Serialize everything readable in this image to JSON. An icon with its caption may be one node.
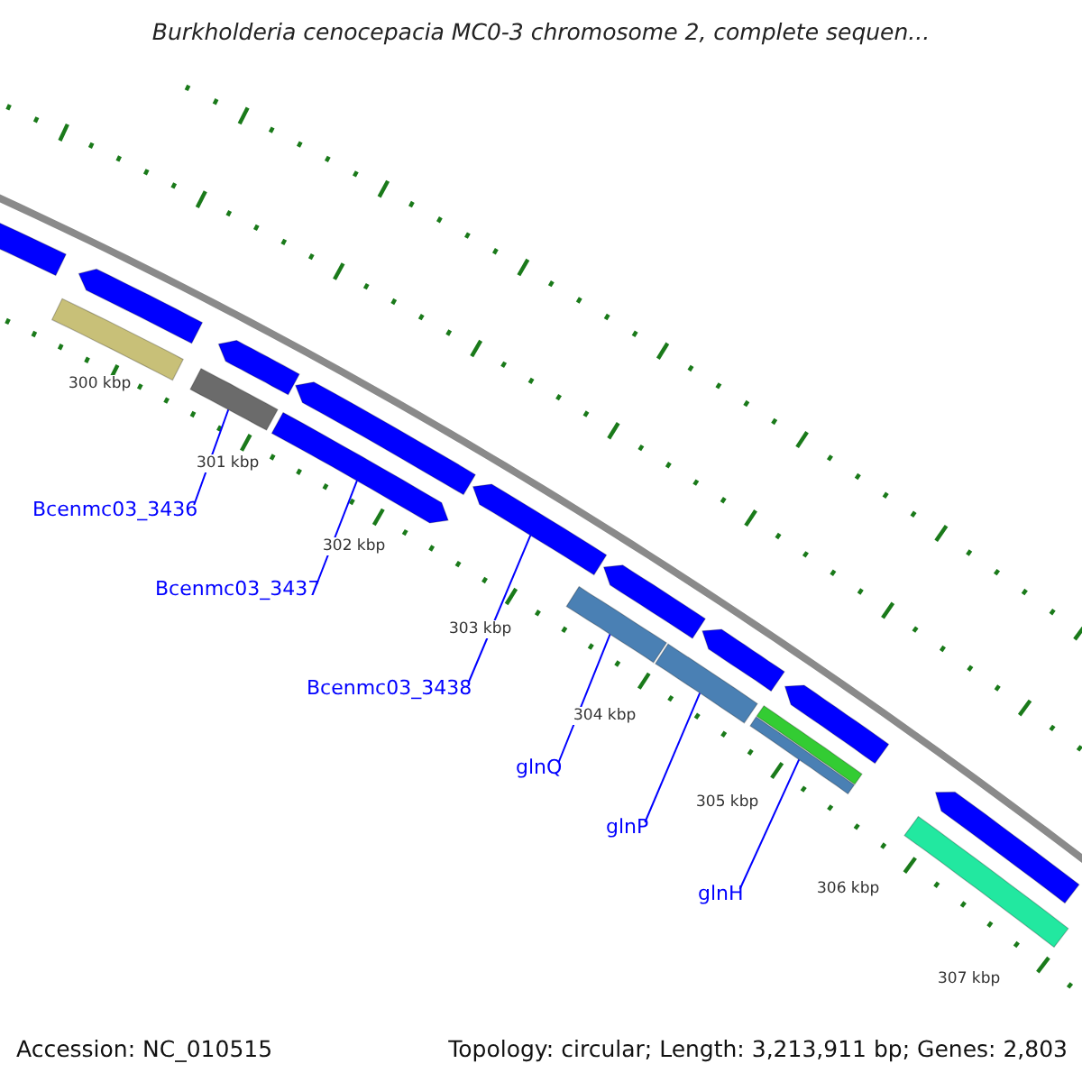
{
  "diagram": {
    "title": "Burkholderia cenocepacia MC0-3 chromosome 2, complete sequen...",
    "nodes": [
      {
        "text": [
          "Bcenmc03_3436"
        ]
      },
      {
        "text": [],
        "shape": "bar"
      },
      {
        "text": [
          "Bcenmc03_3437"
        ]
      },
      {
        "text": [],
        "shape": "bar"
      },
      {
        "text": [
          "Bcenmc03_3438"
        ]
      },
      {
        "text": [],
        "shape": "bar"
      },
      {
        "text": [
          "glnQ"
        ]
      },
      {
        "text": [],
        "shape": "bar"
      },
      {
        "text": [
          "glnP"
        ]
      },
      {
        "text": [],
        "shape": "bar"
      },
      {
        "text": [
          "glnH"
        ]
      },
      {
        "text": [],
        "shape": "bar"
      },
      {
        "text": [],
        "shape": "bar"
      },
      {
        "text": [],
        "shape": "bar"
      },
      {
        "text": [],
        "shape": "bar"
      },
      {
        "text": [],
        "shape": "bar"
      },
      {
        "text": [],
        "shape": "bar"
      },
      {
        "text": [],
        "shape": "bar"
      },
      {
        "text": [],
        "shape": "bar"
      },
      {
        "text": [],
        "shape": "bar"
      },
      {
        "text": [],
        "shape": "bar"
      },
      {
        "text": [],
        "shape": "bar"
      },
      {
        "text": [],
        "shape": "bar"
      }
    ],
    "edges": [
      {
        "from": 0,
        "to": 1,
        "arrow": "none"
      },
      {
        "from": 2,
        "to": 3,
        "arrow": "none"
      },
      {
        "from": 4,
        "to": 5,
        "arrow": "none"
      },
      {
        "from": 6,
        "to": 7,
        "arrow": "none"
      },
      {
        "from": 8,
        "to": 9,
        "arrow": "none"
      },
      {
        "from": 10,
        "to": 11,
        "arrow": "none"
      }
    ],
    "labels": [
      "300 kbp",
      "301 kbp",
      "302 kbp",
      "303 kbp",
      "304 kbp",
      "305 kbp",
      "306 kbp",
      "307 kbp",
      "Accession: NC_010515",
      "Topology: circular; Length: 3,213,911 bp; Genes: 2,803"
    ]
  }
}
